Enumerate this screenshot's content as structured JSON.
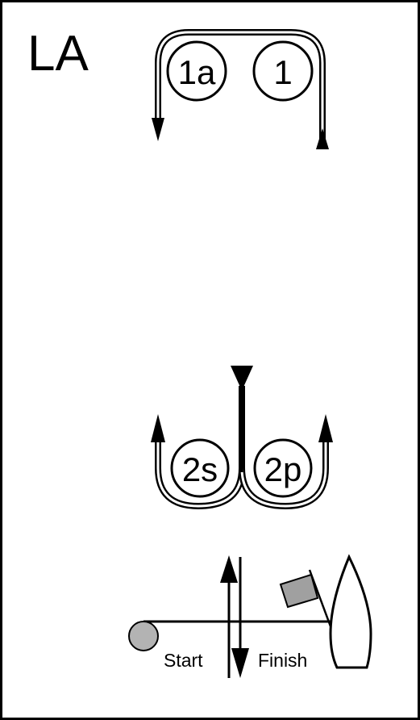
{
  "course": {
    "title": "LA"
  },
  "marks": {
    "windward_left": "1a",
    "windward_right": "1",
    "gate_starboard": "2s",
    "gate_port": "2p"
  },
  "line": {
    "start_label": "Start",
    "finish_label": "Finish"
  },
  "colors": {
    "stroke": "#000000",
    "background": "#ffffff",
    "pin_buoy": "#b3b3b3",
    "flag": "#a0a0a0",
    "committee_boat": "#ffffff"
  }
}
